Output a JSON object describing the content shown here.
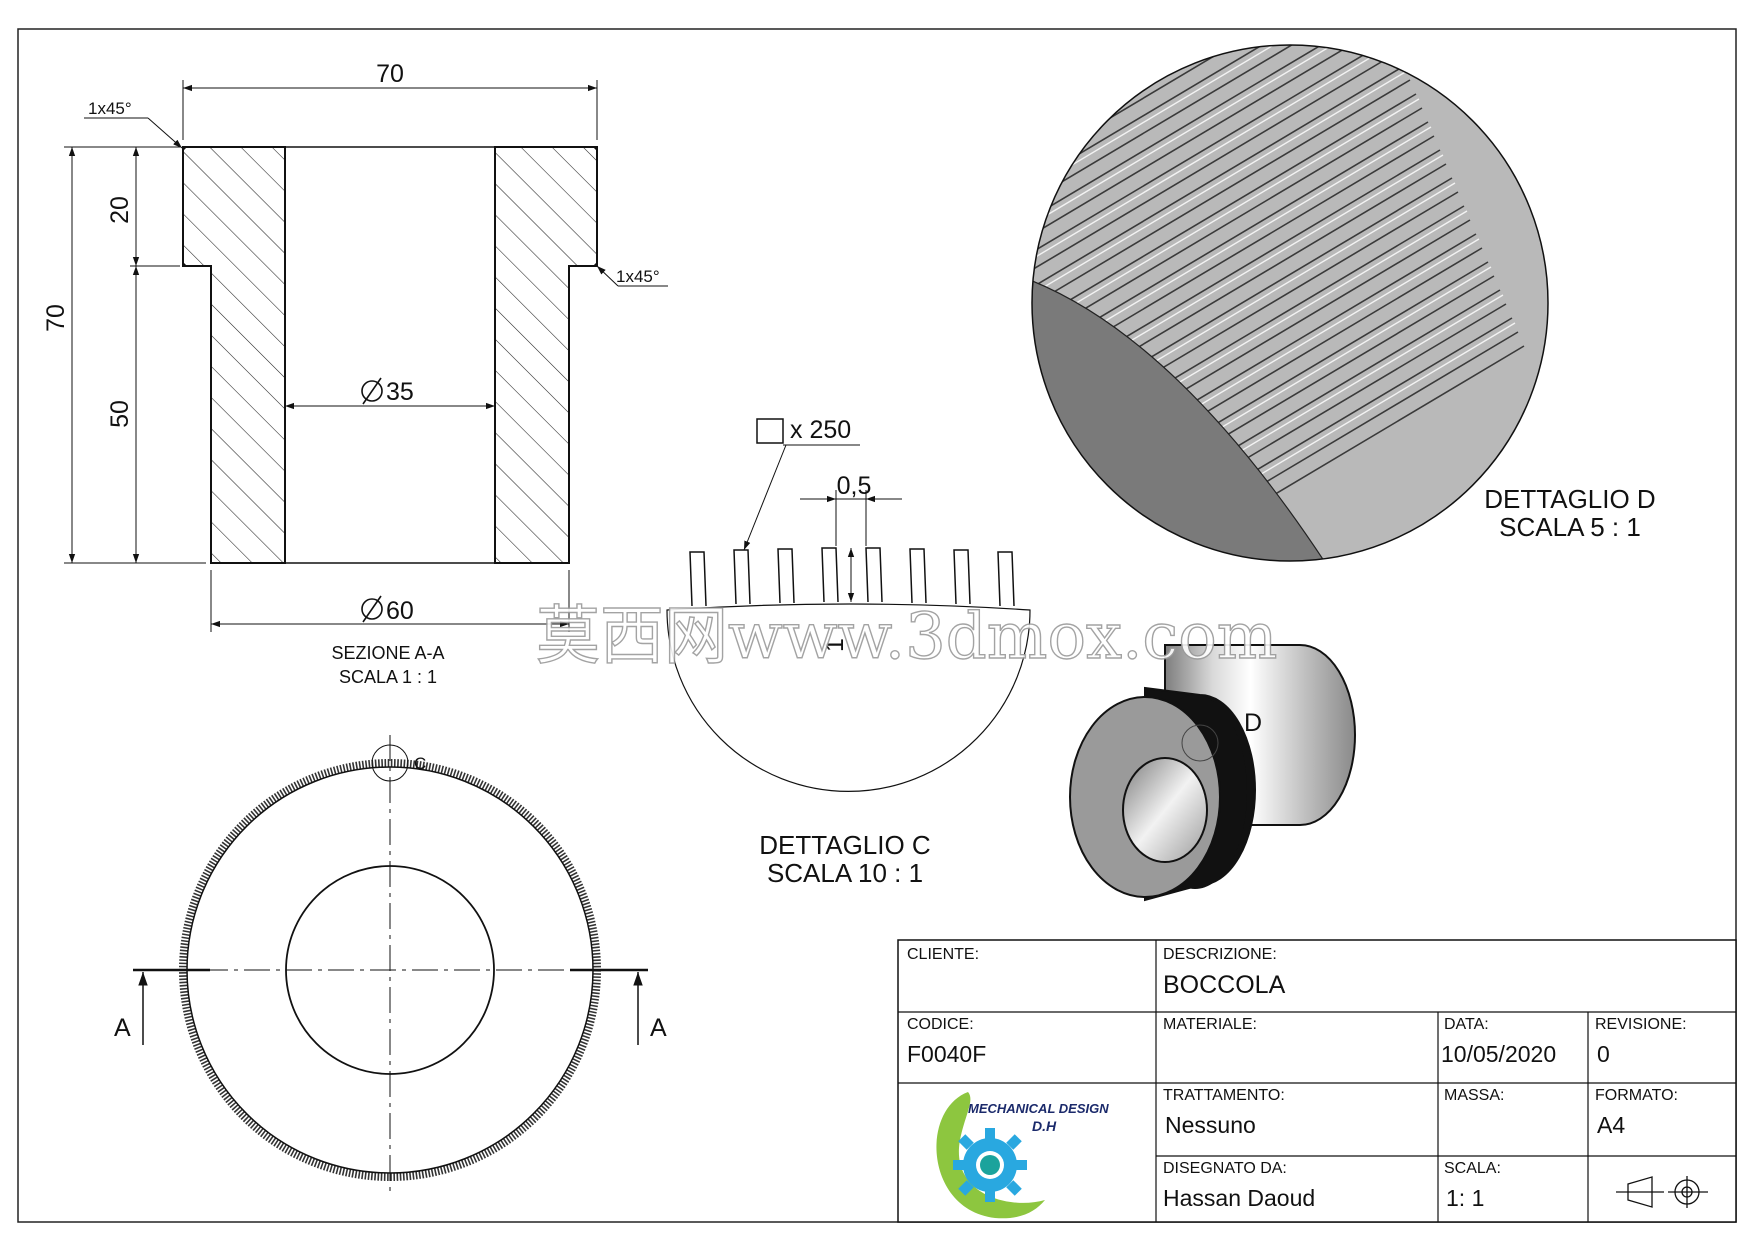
{
  "drawing": {
    "watermark": "莫西网www.3dmox.com",
    "section_view": {
      "caption_line1": "SEZIONE A-A",
      "caption_line2": "SCALA 1 : 1",
      "dim_overall_width": "70",
      "dim_overall_height": "70",
      "dim_top_height": "20",
      "dim_bottom_height": "50",
      "dim_bore": "35",
      "dim_outer_dia": "60",
      "chamfer_top_left": "1x45°",
      "chamfer_right": "1x45°"
    },
    "front_view": {
      "detail_marker": "C",
      "section_mark_left": "A",
      "section_mark_right": "A"
    },
    "detail_c": {
      "title_line1": "DETTAGLIO C",
      "title_line2": "SCALA 10 : 1",
      "knurl_callout": "x 250",
      "dim_pitch": "0,5",
      "dim_depth": "1"
    },
    "detail_d": {
      "title_line1": "DETTAGLIO D",
      "title_line2": "SCALA 5 : 1"
    },
    "iso_view": {
      "detail_marker": "D"
    }
  },
  "title_block": {
    "cliente_label": "CLIENTE:",
    "cliente_value": "",
    "descrizione_label": "DESCRIZIONE:",
    "descrizione_value": "BOCCOLA",
    "codice_label": "CODICE:",
    "codice_value": "F0040F",
    "materiale_label": "MATERIALE:",
    "materiale_value": "",
    "data_label": "DATA:",
    "data_value": "10/05/2020",
    "revisione_label": "REVISIONE:",
    "revisione_value": "0",
    "trattamento_label": "TRATTAMENTO:",
    "trattamento_value": "Nessuno",
    "massa_label": "MASSA:",
    "massa_value": "",
    "formato_label": "FORMATO:",
    "formato_value": "A4",
    "disegnato_label": "DISEGNATO DA:",
    "disegnato_value": "Hassan Daoud",
    "scala_label": "SCALA:",
    "scala_value": "1: 1",
    "logo_line1": "MECHANICAL DESIGN",
    "logo_line2": "D.H",
    "projection_symbol": "projection-symbol",
    "colors": {
      "logo_green": "#8dc63f",
      "logo_blue": "#29a8e0",
      "logo_navy": "#1b2a6b",
      "logo_teal": "#1ba39c"
    }
  }
}
